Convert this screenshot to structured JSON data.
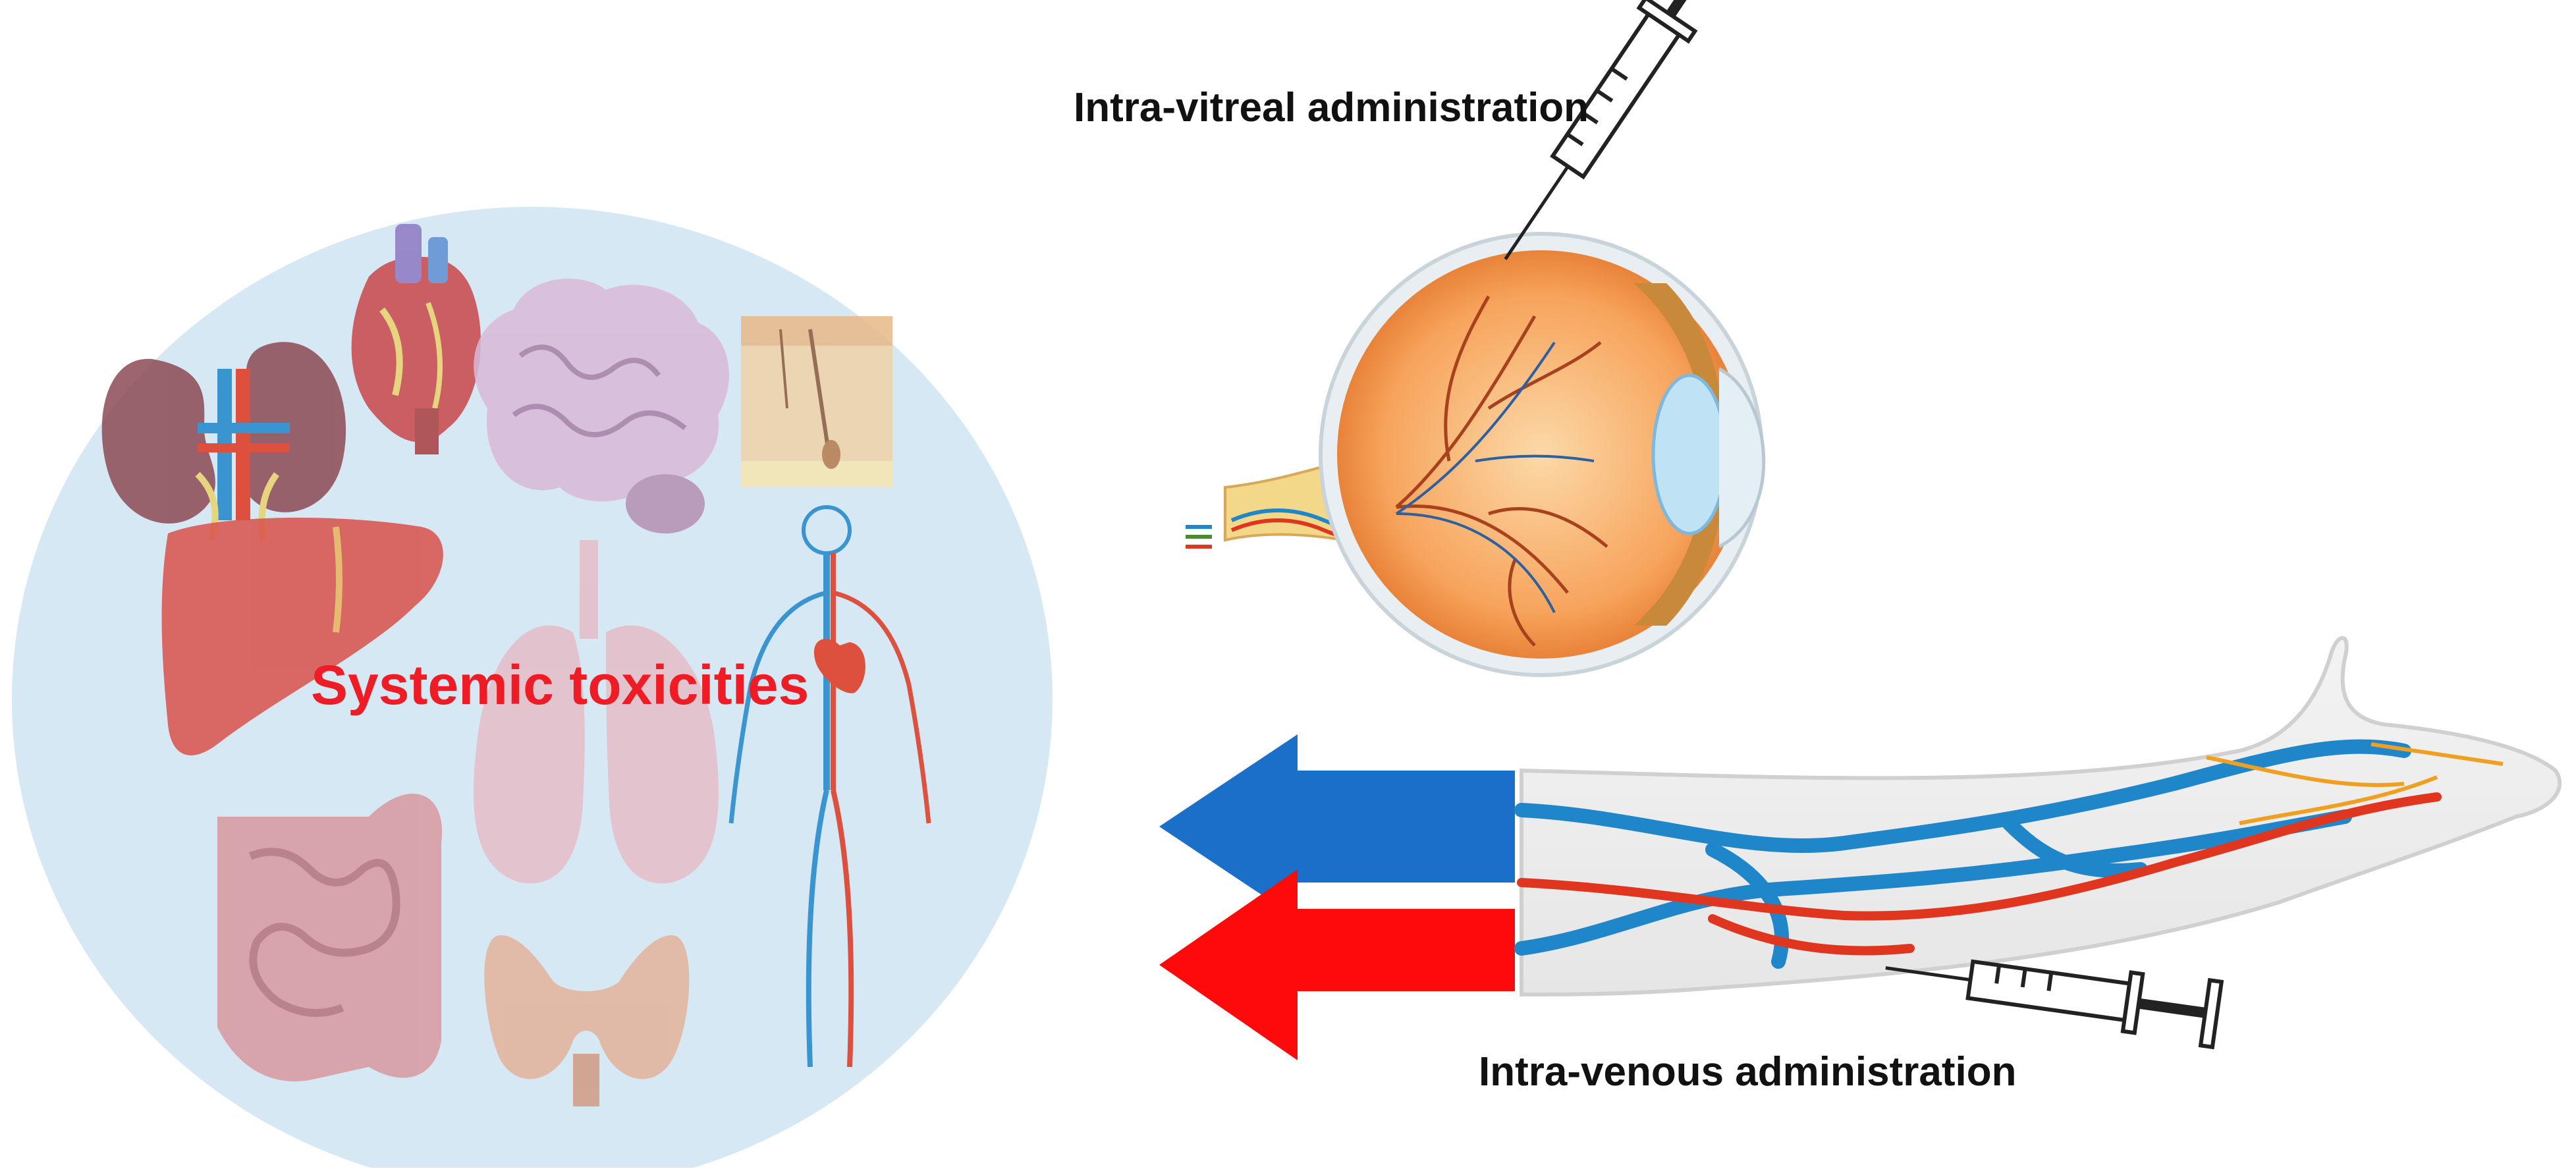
{
  "labels": {
    "intra_vitreal": "Intra-vitreal administration",
    "intra_venous": "Intra-venous administration",
    "systemic": "Systemic toxicities"
  },
  "icons": [
    "kidneys-icon",
    "heart-icon",
    "brain-icon",
    "skin-icon",
    "liver-icon",
    "lungs-icon",
    "circulatory-system-icon",
    "intestine-icon",
    "thyroid-icon",
    "eye-icon",
    "syringe-icon",
    "arm-icon"
  ],
  "colors": {
    "circle_fill": "#d7e8f5",
    "blue_arrow": "#1a6fc9",
    "red_arrow": "#ff0a0a",
    "toxic_text": "#ee1c24",
    "vein_blue": "#1f86c9",
    "artery_red": "#e0361f",
    "eye_orange": "#f7a45c"
  }
}
